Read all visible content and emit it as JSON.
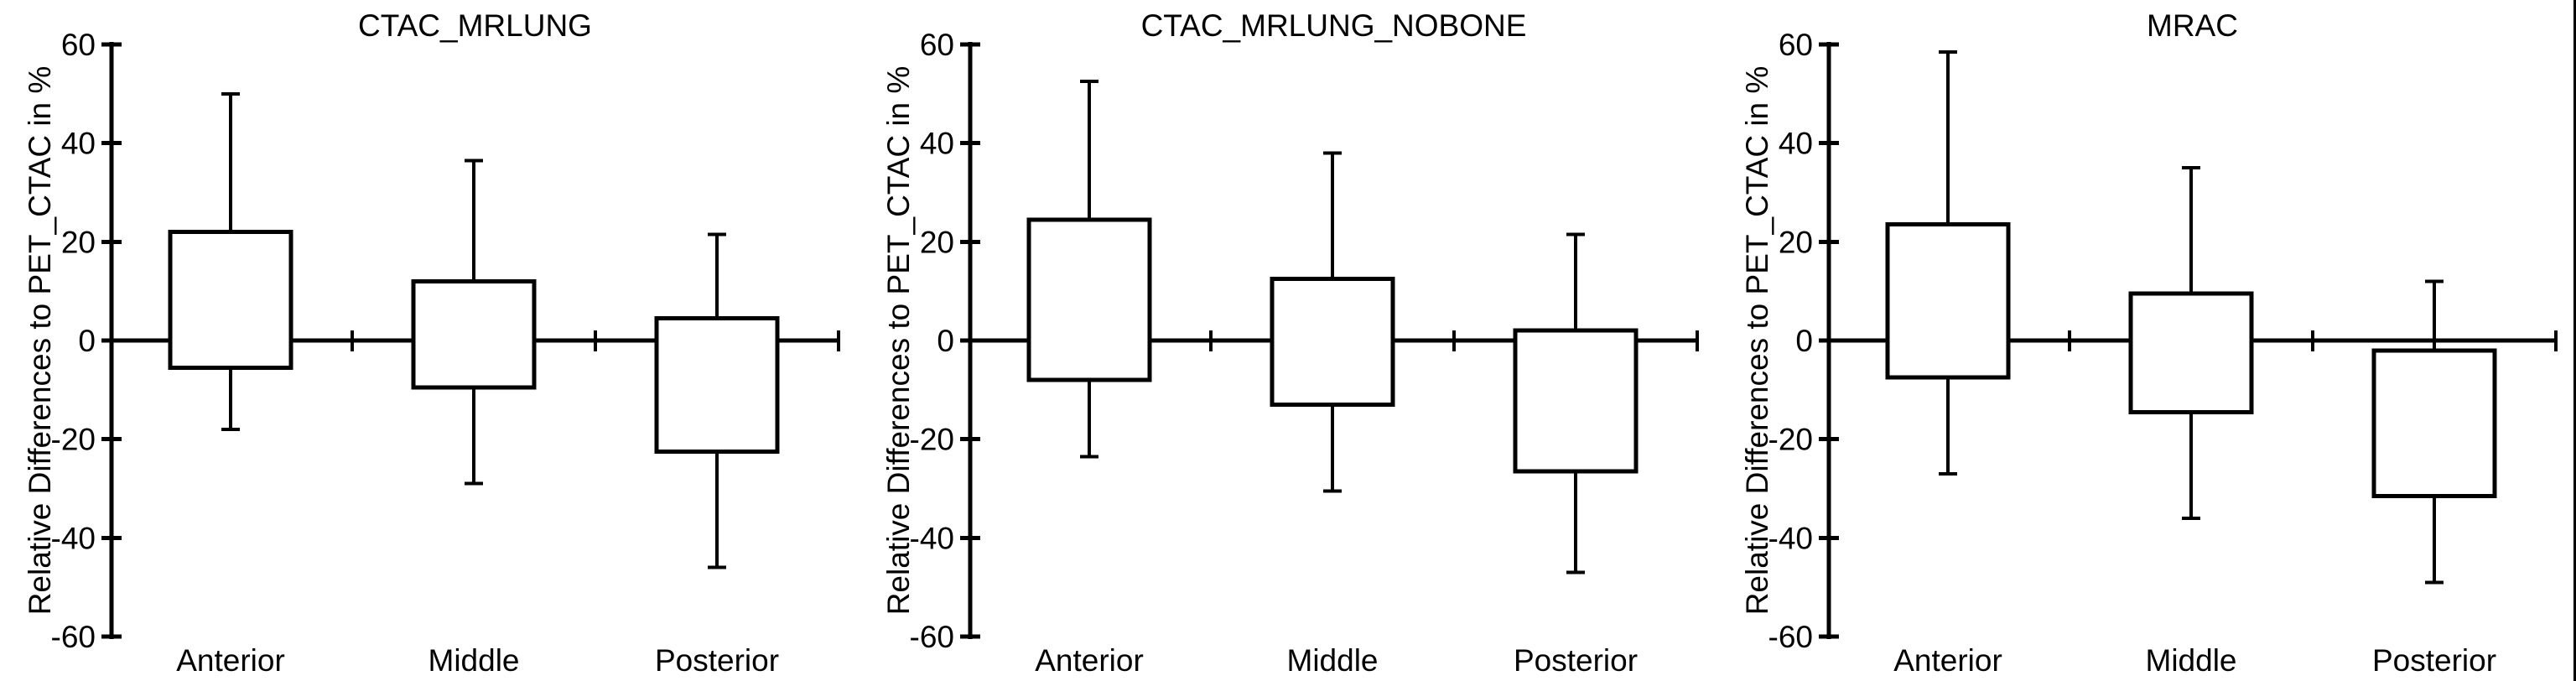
{
  "figure": {
    "background": "#ffffff",
    "line_color": "#000000",
    "right_border_color": "#000000"
  },
  "chart_data": [
    {
      "type": "box",
      "title": "CTAC_MRLUNG",
      "ylabel": "Relative Differences to PET_CTAC in %",
      "xlabel": "",
      "ylim": [
        -60,
        60
      ],
      "yticks": [
        -60,
        -40,
        -20,
        0,
        20,
        40,
        60
      ],
      "grid": false,
      "median_line": false,
      "legend": false,
      "categories": [
        "Anterior",
        "Middle",
        "Posterior"
      ],
      "boxes": [
        {
          "category": "Anterior",
          "whisker_low": -18,
          "box_low": -5.5,
          "box_high": 22,
          "whisker_high": 50
        },
        {
          "category": "Middle",
          "whisker_low": -29,
          "box_low": -9.5,
          "box_high": 12,
          "whisker_high": 36.5
        },
        {
          "category": "Posterior",
          "whisker_low": -46,
          "box_low": -22.5,
          "box_high": 4.5,
          "whisker_high": 21.5
        }
      ]
    },
    {
      "type": "box",
      "title": "CTAC_MRLUNG_NOBONE",
      "ylabel": "Relative Differences to PET_CTAC in %",
      "xlabel": "",
      "ylim": [
        -60,
        60
      ],
      "yticks": [
        -60,
        -40,
        -20,
        0,
        20,
        40,
        60
      ],
      "grid": false,
      "median_line": false,
      "legend": false,
      "categories": [
        "Anterior",
        "Middle",
        "Posterior"
      ],
      "boxes": [
        {
          "category": "Anterior",
          "whisker_low": -23.5,
          "box_low": -8,
          "box_high": 24.5,
          "whisker_high": 52.5
        },
        {
          "category": "Middle",
          "whisker_low": -30.5,
          "box_low": -13,
          "box_high": 12.5,
          "whisker_high": 38
        },
        {
          "category": "Posterior",
          "whisker_low": -47,
          "box_low": -26.5,
          "box_high": 2,
          "whisker_high": 21.5
        }
      ]
    },
    {
      "type": "box",
      "title": "MRAC",
      "ylabel": "Relative Differences to PET_CTAC in %",
      "xlabel": "",
      "ylim": [
        -60,
        60
      ],
      "yticks": [
        -60,
        -40,
        -20,
        0,
        20,
        40,
        60
      ],
      "grid": false,
      "median_line": false,
      "legend": false,
      "categories": [
        "Anterior",
        "Middle",
        "Posterior"
      ],
      "boxes": [
        {
          "category": "Anterior",
          "whisker_low": -27,
          "box_low": -7.5,
          "box_high": 23.5,
          "whisker_high": 58.5
        },
        {
          "category": "Middle",
          "whisker_low": -36,
          "box_low": -14.5,
          "box_high": 9.5,
          "whisker_high": 35
        },
        {
          "category": "Posterior",
          "whisker_low": -49,
          "box_low": -31.5,
          "box_high": -2,
          "whisker_high": 12
        }
      ]
    }
  ]
}
